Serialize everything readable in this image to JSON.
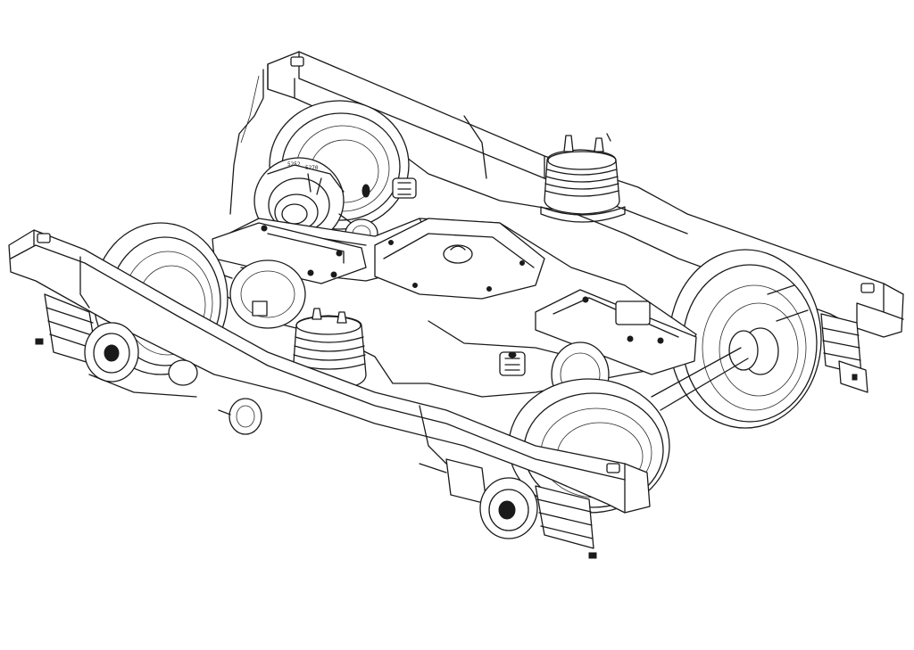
{
  "drawing": {
    "style": "black line art on white background",
    "background_color": "#ffffff",
    "line_color": "#1a1a1a",
    "axlebox_markings": [
      "5252",
      "5270"
    ]
  }
}
